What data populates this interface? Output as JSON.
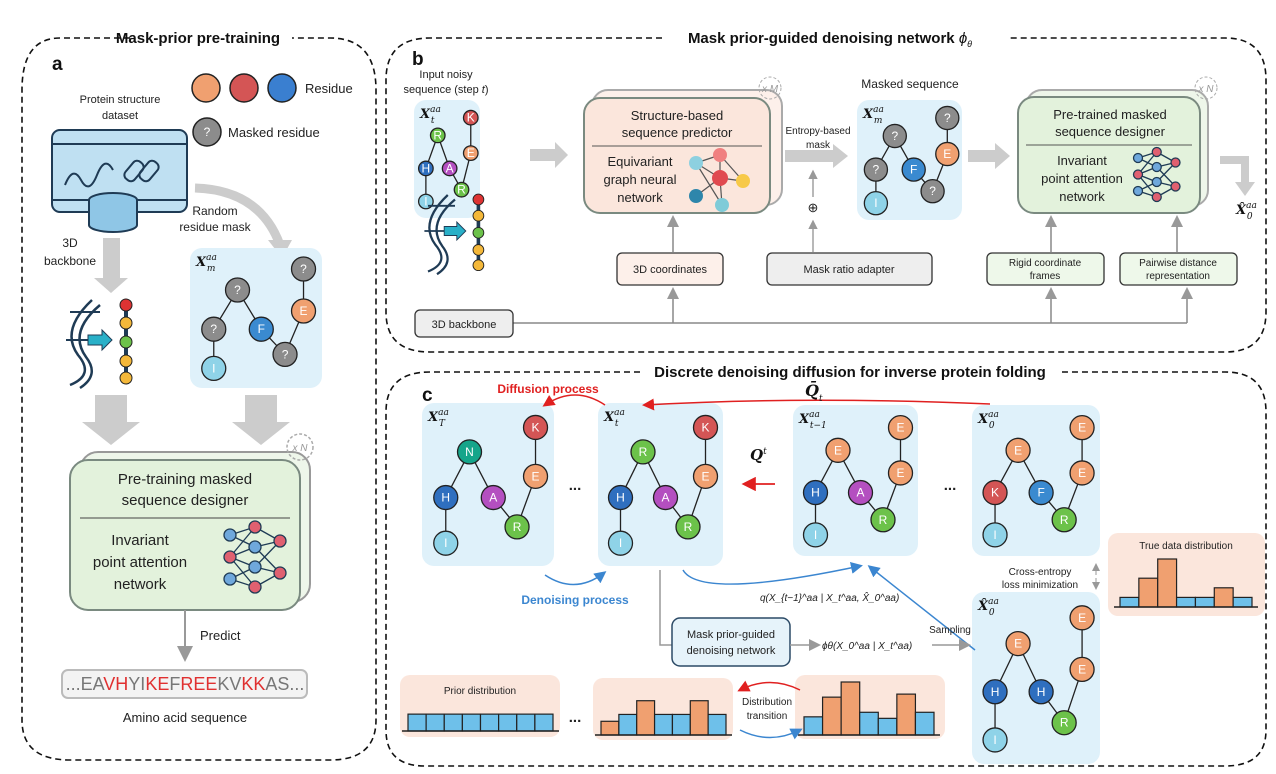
{
  "colors": {
    "R": "#6cc24a",
    "K": "#d45555",
    "E": "#f0a070",
    "H": "#2f6fbf",
    "A": "#b44fc0",
    "I": "#8fd3e8",
    "N": "#15a58a",
    "F": "#3a8ad0",
    "?": "#8c8c8c",
    "graph_bg": "#dff1fa",
    "pink_bg": "#fbe6dc",
    "green_bg": "#e3f2dc",
    "bar_orange": "#f0a070",
    "bar_blue": "#6ec0ea",
    "arrow_red": "#e02020",
    "arrow_blue": "#3b86d0"
  },
  "panel_a": {
    "title": "Mask-prior pre-training",
    "label": "a",
    "legend": {
      "residue": "Residue",
      "masked": "Masked residue",
      "masked_symbol": "?",
      "residue_colors": [
        "#f0a070",
        "#d45555",
        "#3a7fd0"
      ]
    },
    "dataset_label_1": "Protein structure",
    "dataset_label_2": "dataset",
    "backbone_label_1": "3D",
    "backbone_label_2": "backbone",
    "mask_label_1": "Random",
    "mask_label_2": "residue mask",
    "masked_graph": {
      "label": {
        "base": "X",
        "sup": "aa",
        "sub": "m"
      },
      "nodes": [
        "I",
        "?",
        "?",
        "F",
        "?",
        "E",
        "?"
      ]
    },
    "repeat": "x N",
    "designer_title_1": "Pre-training masked",
    "designer_title_2": "sequence designer",
    "designer_sub_1": "Invariant",
    "designer_sub_2": "point attention",
    "designer_sub_3": "network",
    "predict": "Predict",
    "sequence": [
      {
        "text": "...EA",
        "hl": false
      },
      {
        "text": "VH",
        "hl": true
      },
      {
        "text": "YI",
        "hl": false
      },
      {
        "text": "KE",
        "hl": true
      },
      {
        "text": "F",
        "hl": false
      },
      {
        "text": "REE",
        "hl": true
      },
      {
        "text": "KV",
        "hl": false
      },
      {
        "text": "KK",
        "hl": true
      },
      {
        "text": "AS...",
        "hl": false
      }
    ],
    "sequence_caption": "Amino acid sequence"
  },
  "panel_b": {
    "title": "Mask prior-guided denoising network",
    "title_symbol": "ϕ",
    "title_symbol_sub": "θ",
    "label": "b",
    "input_label_1": "Input noisy",
    "input_label_2": "sequence (step ",
    "input_label_t": "t",
    "input_label_3": ")",
    "input_graph": {
      "label": {
        "base": "X",
        "sup": "aa",
        "sub": "t"
      },
      "nodes": [
        "I",
        "H",
        "R",
        "A",
        "R",
        "E",
        "K"
      ]
    },
    "predictor_title_1": "Structure-based",
    "predictor_title_2": "sequence predictor",
    "predictor_sub_1": "Equivariant",
    "predictor_sub_2": "graph neural",
    "predictor_sub_3": "network",
    "repeat_m": "x M",
    "entropy_1": "Entropy-based",
    "entropy_2": "mask",
    "oplus": "⊕",
    "masked_label": "Masked sequence",
    "masked_graph": {
      "label": {
        "base": "X",
        "sup": "aa",
        "sub": "m"
      },
      "nodes": [
        "I",
        "?",
        "?",
        "F",
        "?",
        "E",
        "?"
      ]
    },
    "designer_title_1": "Pre-trained masked",
    "designer_title_2": "sequence designer",
    "designer_sub_1": "Invariant",
    "designer_sub_2": "point attention",
    "designer_sub_3": "network",
    "repeat_n": "x N",
    "output": {
      "base": "X̂",
      "sup": "aa",
      "sub": "0"
    },
    "coords": "3D coordinates",
    "mask_ratio": "Mask ratio adapter",
    "rigid_1": "Rigid coordinate",
    "rigid_2": "frames",
    "pairwise_1": "Pairwise distance",
    "pairwise_2": "representation",
    "backbone": "3D backbone"
  },
  "panel_c": {
    "title": "Discrete denoising diffusion for inverse protein folding",
    "label": "c",
    "diffusion": "Diffusion process",
    "denoising": "Denoising process",
    "qbar": {
      "base": "Q̄",
      "sub": "t"
    },
    "qt": {
      "base": "Q",
      "sup": "t"
    },
    "ellipsis": "...",
    "graphs": [
      {
        "label": {
          "base": "X",
          "sup": "aa",
          "sub": "T"
        },
        "nodes": [
          "I",
          "H",
          "N",
          "A",
          "R",
          "E",
          "K"
        ]
      },
      {
        "label": {
          "base": "X",
          "sup": "aa",
          "sub": "t"
        },
        "nodes": [
          "I",
          "H",
          "R",
          "A",
          "R",
          "E",
          "K"
        ]
      },
      {
        "label": {
          "base": "X",
          "sup": "aa",
          "sub": "t−1"
        },
        "nodes": [
          "I",
          "H",
          "E",
          "A",
          "R",
          "E",
          "E"
        ]
      },
      {
        "label": {
          "base": "X",
          "sup": "aa",
          "sub": "0"
        },
        "nodes": [
          "I",
          "K",
          "E",
          "F",
          "R",
          "E",
          "E"
        ]
      },
      {
        "label": {
          "base": "X̂",
          "sup": "aa",
          "sub": "0"
        },
        "nodes": [
          "I",
          "H",
          "E",
          "H",
          "R",
          "E",
          "E"
        ]
      }
    ],
    "cross_entropy_1": "Cross-entropy",
    "cross_entropy_2": "loss minimization",
    "posterior": "q(X_{t−1}^aa | X_t^aa, X̂_0^aa)",
    "network_1": "Mask prior-guided",
    "network_2": "denoising network",
    "model_prob": "ϕθ(X_0^aa | X_t^aa)",
    "sampling": "Sampling",
    "distribution_transition_1": "Distribution",
    "distribution_transition_2": "transition",
    "true_dist": {
      "title": "True data distribution",
      "values": [
        1,
        3,
        5,
        1,
        1,
        2,
        1
      ],
      "kinds": [
        "b",
        "o",
        "o",
        "b",
        "b",
        "o",
        "b"
      ]
    },
    "prior_dist": {
      "title": "Prior distribution",
      "values": [
        1,
        1,
        1,
        1,
        1,
        1,
        1,
        1
      ],
      "kinds": [
        "b",
        "b",
        "b",
        "b",
        "b",
        "b",
        "b",
        "b"
      ]
    },
    "mid_dist": {
      "values": [
        1,
        1.5,
        2.5,
        1.5,
        1.5,
        2.5,
        1.5
      ],
      "kinds": [
        "o",
        "b",
        "o",
        "b",
        "b",
        "o",
        "b"
      ]
    },
    "near_dist": {
      "values": [
        1.2,
        2.5,
        3.5,
        1.5,
        1.1,
        2.7,
        1.5
      ],
      "kinds": [
        "b",
        "o",
        "o",
        "b",
        "b",
        "o",
        "b"
      ]
    }
  }
}
